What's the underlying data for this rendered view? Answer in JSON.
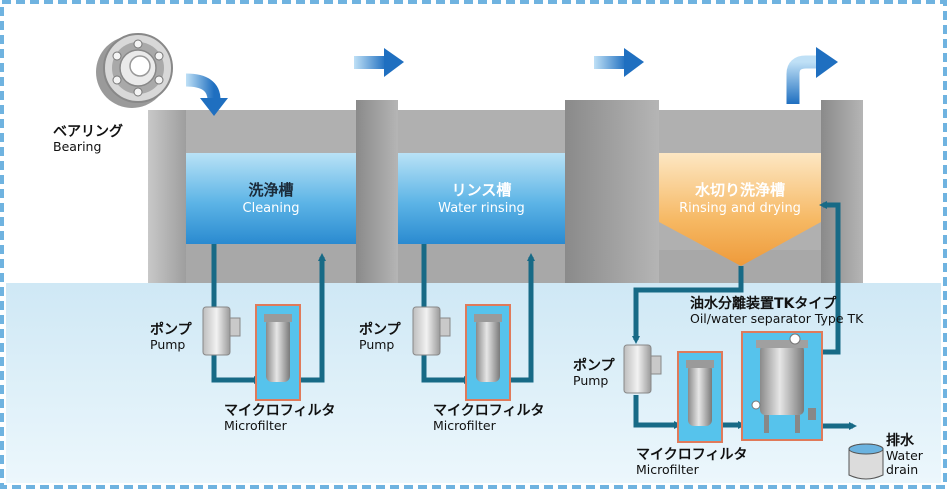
{
  "bearing": {
    "jp": "ベアリング",
    "en": "Bearing"
  },
  "tanks": [
    {
      "jp": "洗浄槽",
      "en": "Cleaning"
    },
    {
      "jp": "リンス槽",
      "en": "Water rinsing"
    },
    {
      "jp": "水切り洗浄槽",
      "en": "Rinsing and drying"
    }
  ],
  "pumps": [
    {
      "jp": "ポンプ",
      "en": "Pump"
    },
    {
      "jp": "ポンプ",
      "en": "Pump"
    },
    {
      "jp": "ポンプ",
      "en": "Pump"
    }
  ],
  "microfilters": [
    {
      "jp": "マイクロフィルタ",
      "en": "Microfilter"
    },
    {
      "jp": "マイクロフィルタ",
      "en": "Microfilter"
    },
    {
      "jp": "マイクロフィルタ",
      "en": "Microfilter"
    }
  ],
  "separator": {
    "jp": "油水分離装置TKタイプ",
    "en": "Oil/water separator Type TK"
  },
  "drain": {
    "jp": "排水",
    "en1": "Water",
    "en2": "drain"
  },
  "colors": {
    "pipe": "#176a86",
    "flow_arrow": "#2b7fc4",
    "tank_blue": "#3fa6e0",
    "tank_orange": "#f2a84a",
    "panel_border": "#e07a5a",
    "lower_bg": "#d9eef8"
  }
}
